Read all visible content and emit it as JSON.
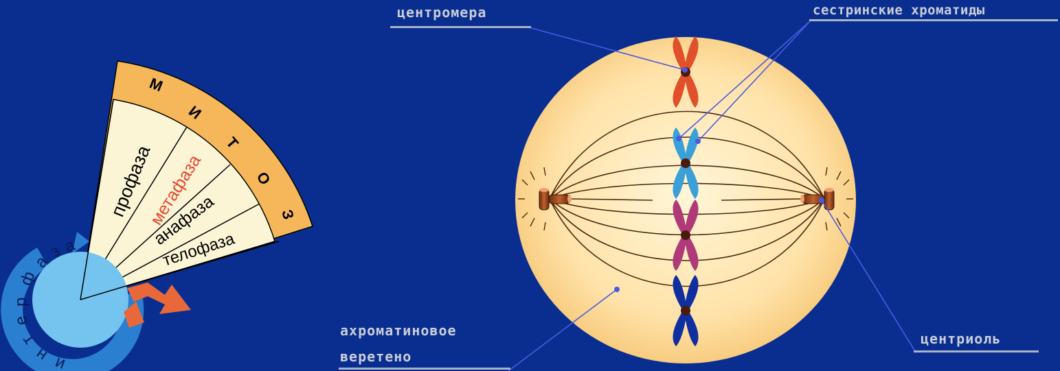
{
  "mitosis_fan": {
    "title_letters": [
      "М",
      "И",
      "Т",
      "О",
      "З"
    ],
    "phases": [
      {
        "label": "профаза",
        "color": "#000000"
      },
      {
        "label": "метафаза",
        "color": "#e8452a"
      },
      {
        "label": "анафаза",
        "color": "#000000"
      },
      {
        "label": "телофаза",
        "color": "#000000"
      }
    ],
    "interphase_letters": [
      "и",
      "н",
      "т",
      "е",
      "р",
      "ф",
      "а",
      "з",
      "а"
    ]
  },
  "cell": {
    "chromosome_colors": [
      "#e0502a",
      "#3b9fd8",
      "#b03a78",
      "#0f2fa0"
    ]
  },
  "labels": {
    "centromere": "центромера",
    "sister_chromatids": "сестринские хроматиды",
    "spindle_line1": "ахроматиновое",
    "spindle_line2": "веретено",
    "centriole": "центриоль"
  },
  "colors": {
    "background": "#0a2e8f",
    "fan_band": "#f5b75a",
    "fan_fill": "#fbf5d6",
    "pointer": "#4a5ae0",
    "label": "#c9ced8"
  }
}
